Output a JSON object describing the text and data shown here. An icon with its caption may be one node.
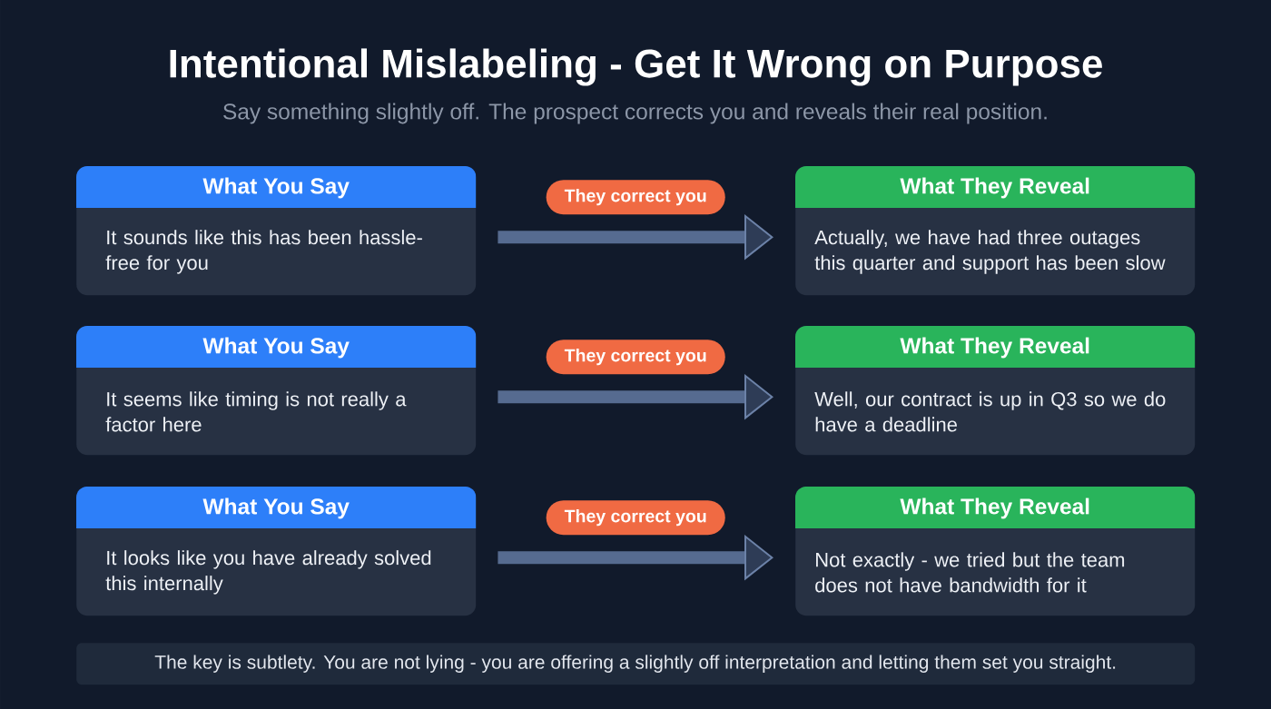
{
  "diagram": {
    "title": "Intentional Mislabeling - Get It Wrong on Purpose",
    "nodes": [
      {
        "text": [
          "What You Say",
          "It sounds like this has been hassle-free for you"
        ]
      },
      {
        "text": [
          "What They Reveal",
          "Actually, we have had three outages this quarter and support has been slow"
        ]
      },
      {
        "text": [
          "What You Say",
          "It seems like timing is not really a factor here"
        ]
      },
      {
        "text": [
          "What They Reveal",
          "Well, our contract is up in Q3 so we do have a deadline"
        ]
      },
      {
        "text": [
          "What You Say",
          "It looks like you have already solved this internally"
        ]
      },
      {
        "text": [
          "What They Reveal",
          "Not exactly - we tried but the team does not have bandwidth for it"
        ]
      },
      {
        "text": [
          "The key is subtlety. You are not lying - you are offering a slightly off interpretation and letting them set you straight."
        ]
      }
    ],
    "edges": [
      {
        "from": 0,
        "to": 1,
        "arrow": "to",
        "label": "They correct you"
      },
      {
        "from": 2,
        "to": 3,
        "arrow": "to",
        "label": "They correct you"
      },
      {
        "from": 4,
        "to": 5,
        "arrow": "to",
        "label": "They correct you"
      }
    ],
    "labels": [
      "Say something slightly off. The prospect corrects you and reveals their real position."
    ]
  }
}
